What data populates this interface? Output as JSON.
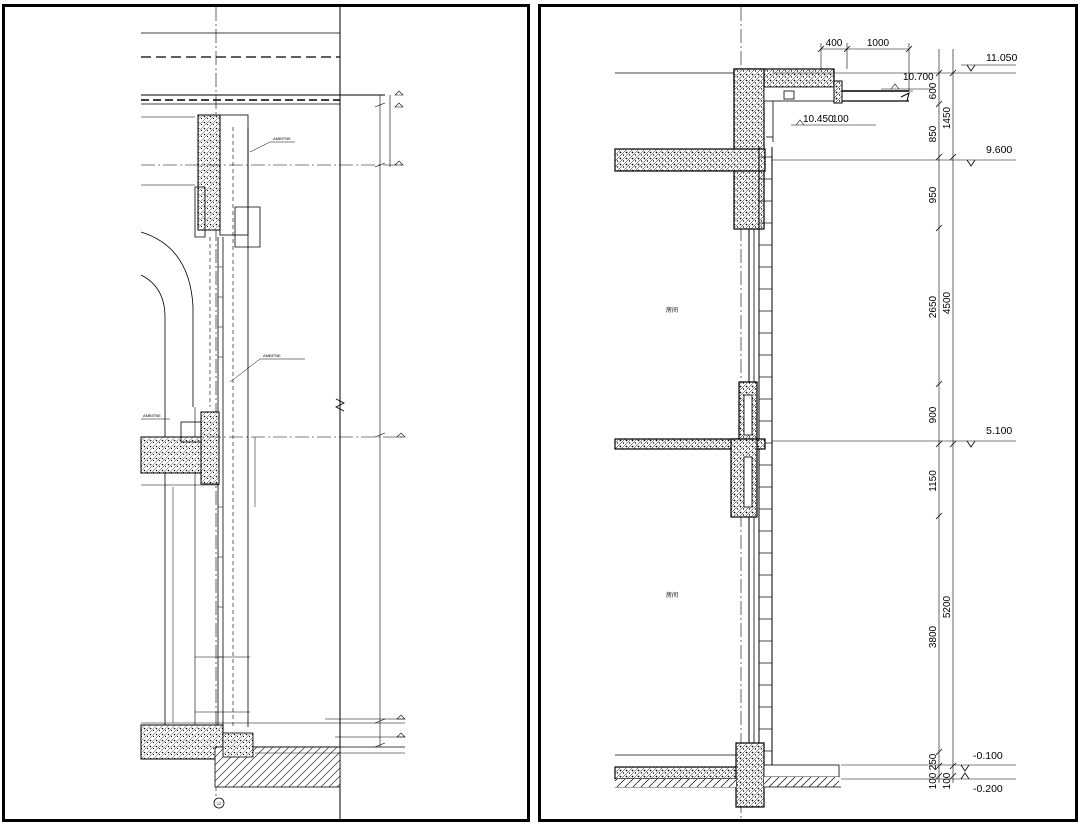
{
  "left_panel": {
    "note_labels": [
      "AMBITNE",
      "AMBITNE",
      "AMBITNE"
    ],
    "grid_mark": "12"
  },
  "right_panel": {
    "top_dims": [
      "400",
      "1000"
    ],
    "canopy_elev": "10.700",
    "canopy_soffit": "10.450",
    "canopy_soffit_extra": "100",
    "levels": [
      "11.050",
      "9.600",
      "5.100",
      "-0.100",
      "-0.200"
    ],
    "vertical_dims_inner": [
      "600",
      "850",
      "950",
      "2650",
      "900",
      "1150",
      "3800",
      "250",
      "100"
    ],
    "vertical_dims_outer": [
      "1450",
      "4500",
      "5200",
      "100"
    ],
    "rooms": [
      "房间",
      "房间"
    ]
  }
}
